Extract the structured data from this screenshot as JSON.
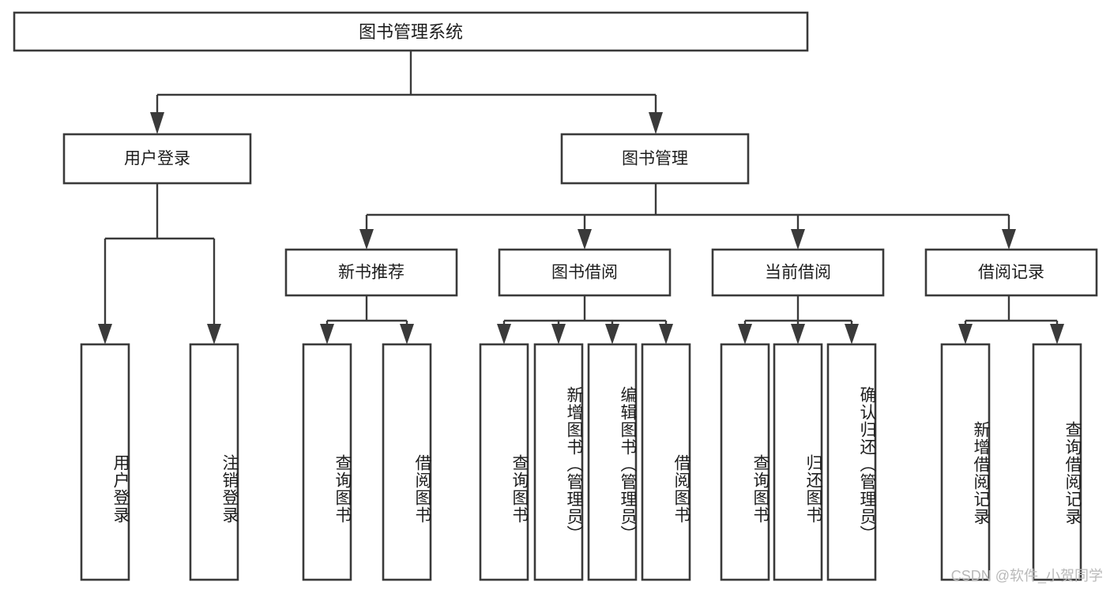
{
  "diagram": {
    "title": "图书管理系统",
    "type": "tree",
    "background_color": "#ffffff",
    "line_color": "#3a3a3a",
    "text_color": "#1d1d1d",
    "root": {
      "id": "root",
      "label": "图书管理系统"
    },
    "level2": [
      {
        "id": "user-login",
        "label": "用户登录"
      },
      {
        "id": "book-management",
        "label": "图书管理"
      }
    ],
    "level3": [
      {
        "id": "new-book-recommend",
        "label": "新书推荐"
      },
      {
        "id": "book-borrow",
        "label": "图书借阅"
      },
      {
        "id": "current-borrow",
        "label": "当前借阅"
      },
      {
        "id": "borrow-record",
        "label": "借阅记录"
      }
    ],
    "leaves": {
      "user_login": [
        {
          "id": "leaf-user-login",
          "label": "用户登录"
        },
        {
          "id": "leaf-logout-login",
          "label": "注销登录"
        }
      ],
      "new_book_recommend": [
        {
          "id": "leaf-query-book-1",
          "label": "查询图书"
        },
        {
          "id": "leaf-borrow-book-1",
          "label": "借阅图书"
        }
      ],
      "book_borrow": [
        {
          "id": "leaf-query-book-2",
          "label": "查询图书"
        },
        {
          "id": "leaf-add-book",
          "label": "新增图书（管理员）"
        },
        {
          "id": "leaf-edit-book",
          "label": "编辑图书（管理员）"
        },
        {
          "id": "leaf-borrow-book-2",
          "label": "借阅图书"
        }
      ],
      "current_borrow": [
        {
          "id": "leaf-query-book-3",
          "label": "查询图书"
        },
        {
          "id": "leaf-return-book",
          "label": "归还图书"
        },
        {
          "id": "leaf-confirm-return",
          "label": "确认归还（管理员）"
        }
      ],
      "borrow_record": [
        {
          "id": "leaf-add-record",
          "label": "新增借阅记录"
        },
        {
          "id": "leaf-query-record",
          "label": "查询借阅记录"
        }
      ]
    }
  },
  "watermark": {
    "text": "CSDN @软件_小贺同学"
  }
}
